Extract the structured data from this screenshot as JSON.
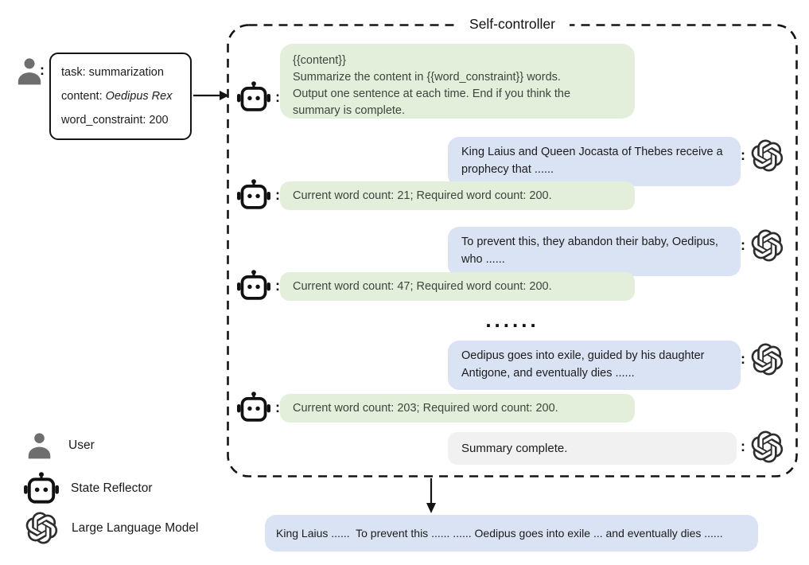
{
  "diagram_title": "Self-controller",
  "glyphs": {
    "colon": ":"
  },
  "colors": {
    "green_bubble": "#e3efda",
    "blue_bubble": "#dae3f3",
    "gray_bubble": "#f1f1f2",
    "outline": "#141414",
    "user_icon_gray": "#6e6e6e",
    "green_bubble_text": "#3c463f",
    "dark_text": "#1c1c1c"
  },
  "user_input": {
    "box_lines": {
      "line1": "task: summarization",
      "line2_prefix": "content: ",
      "line2_value_italic": "Oedipus Rex",
      "line3": "word_constraint: 200"
    }
  },
  "conversation": [
    {
      "role": "state-reflector",
      "lines": [
        "{{content}}",
        "Summarize the content in {{word_constraint}} words.",
        "Output one sentence at each time. End if you think the",
        "summary is complete."
      ]
    },
    {
      "role": "llm",
      "lines": [
        "King Laius and Queen Jocasta of Thebes receive a",
        "prophecy that ......"
      ]
    },
    {
      "role": "state-reflector",
      "lines": [
        "Current word count: 21; Required word count: 200."
      ]
    },
    {
      "role": "llm",
      "lines": [
        "To prevent this, they abandon their baby, Oedipus,",
        "who ......"
      ]
    },
    {
      "role": "state-reflector",
      "lines": [
        "Current word count: 47; Required word count: 200."
      ]
    },
    {
      "role": "separator",
      "text": "......"
    },
    {
      "role": "llm",
      "lines": [
        "Oedipus goes into exile, guided by his daughter",
        "Antigone, and eventually dies ......"
      ]
    },
    {
      "role": "state-reflector",
      "lines": [
        "Current word count: 203; Required word count: 200."
      ]
    },
    {
      "role": "llm-final",
      "lines": [
        "Summary complete."
      ]
    }
  ],
  "legend": {
    "items": [
      {
        "icon": "user-icon",
        "label": "User"
      },
      {
        "icon": "state-reflector-icon",
        "label": "State Reflector"
      },
      {
        "icon": "llm-icon",
        "label": "Large Language Model"
      }
    ]
  },
  "output_bubble": {
    "text": "King Laius ......  To prevent this ...... ...... Oedipus goes into exile ... and eventually dies ......"
  }
}
